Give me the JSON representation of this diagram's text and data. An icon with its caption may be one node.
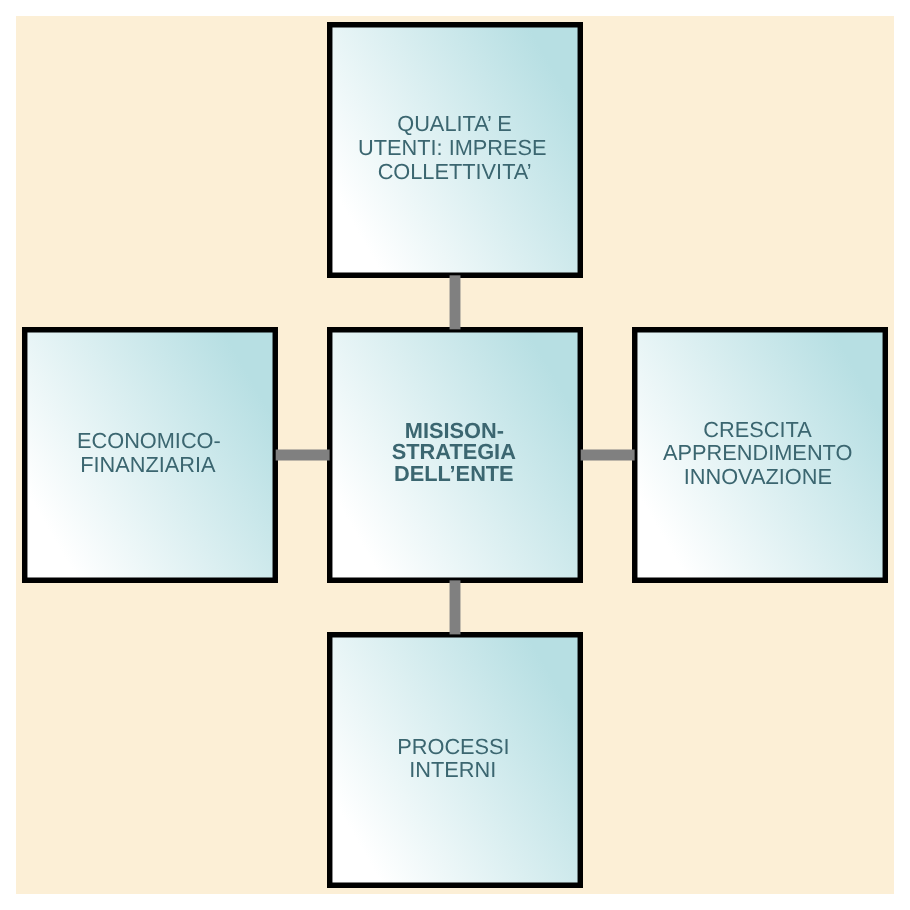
{
  "diagram": {
    "nodes": [
      {
        "text": [
          "QUALITA’ E UTENTI: IMPRESE COLLETTIVITA’"
        ]
      },
      {
        "text": [
          "ECONOMICO-FINANZIARIA"
        ]
      },
      {
        "text": [
          "MISISON-STRATEGIA DELL’ENTE"
        ]
      },
      {
        "text": [
          "CRESCITA APPRENDIMENTO INNOVAZIONE"
        ]
      },
      {
        "text": [
          "PROCESSI INTERNI"
        ]
      }
    ],
    "edges": [
      {
        "from": 0,
        "to": 2,
        "arrow": "none"
      },
      {
        "from": 1,
        "to": 2,
        "arrow": "none"
      },
      {
        "from": 2,
        "to": 3,
        "arrow": "none"
      },
      {
        "from": 2,
        "to": 4,
        "arrow": "none"
      }
    ]
  }
}
